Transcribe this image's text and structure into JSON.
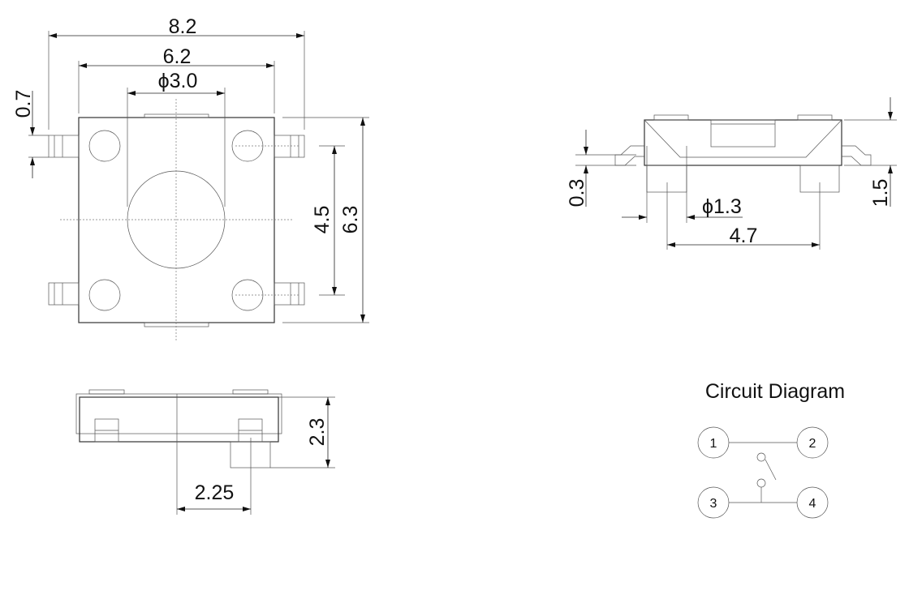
{
  "top_view": {
    "width_overall": "8.2",
    "width_body": "6.2",
    "button_diameter": "ϕ3.0",
    "lead_width": "0.7",
    "lead_pitch": "4.5",
    "body_height": "6.3"
  },
  "side_view": {
    "lead_thickness": "0.3",
    "body_height": "1.5",
    "post_diameter": "ϕ1.3",
    "post_pitch": "4.7"
  },
  "front_view": {
    "total_height": "2.3",
    "button_offset": "2.25"
  },
  "circuit": {
    "title": "Circuit Diagram",
    "pins": [
      "1",
      "2",
      "3",
      "4"
    ]
  }
}
